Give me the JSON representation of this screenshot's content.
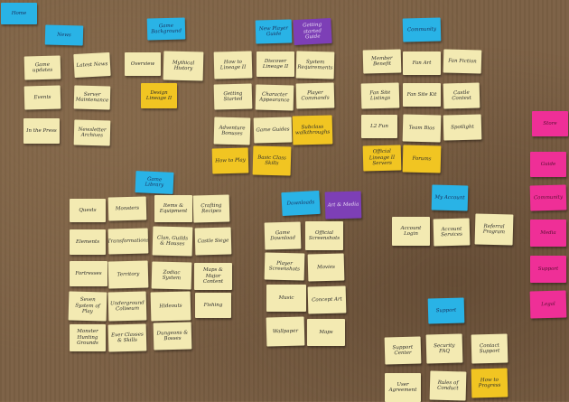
{
  "colors": {
    "board": "#7b6044",
    "yellow_note": "#f3eab2",
    "gold_note": "#f1c522",
    "blue_note": "#29b3e6",
    "purple_note": "#7d3fb6",
    "pink_note": "#ef2f97"
  },
  "notes": [
    {
      "id": "home",
      "text": "Home",
      "color": "blue"
    },
    {
      "id": "news",
      "text": "News",
      "color": "blue"
    },
    {
      "id": "game-updates",
      "text": "Game updates",
      "color": "yellow"
    },
    {
      "id": "latest-news",
      "text": "Latest News",
      "color": "yellow"
    },
    {
      "id": "events",
      "text": "Events",
      "color": "yellow"
    },
    {
      "id": "server-maintenance",
      "text": "Server Maintenance",
      "color": "yellow"
    },
    {
      "id": "in-the-press",
      "text": "In the Press",
      "color": "yellow"
    },
    {
      "id": "newsletter-archives",
      "text": "Newsletter Archives",
      "color": "yellow"
    },
    {
      "id": "game-background",
      "text": "Game Background",
      "color": "blue"
    },
    {
      "id": "overview",
      "text": "Overview",
      "color": "yellow"
    },
    {
      "id": "mythical-history",
      "text": "Mythical History",
      "color": "yellow"
    },
    {
      "id": "design-lineage-ii",
      "text": "Design Lineage II",
      "color": "gold"
    },
    {
      "id": "new-player-guide",
      "text": "New Player Guide",
      "color": "blue"
    },
    {
      "id": "getting-started",
      "text": "Getting started Guide",
      "color": "purple"
    },
    {
      "id": "how-to-lineage-ii",
      "text": "How to Lineage II",
      "color": "yellow"
    },
    {
      "id": "discover-lineage-ii",
      "text": "Discover Lineage II",
      "color": "yellow"
    },
    {
      "id": "system-requirements",
      "text": "System Requirements",
      "color": "yellow"
    },
    {
      "id": "getting-started-y",
      "text": "Getting Started",
      "color": "yellow"
    },
    {
      "id": "character-appearance",
      "text": "Character Appearance",
      "color": "yellow"
    },
    {
      "id": "player-commands",
      "text": "Player Commands",
      "color": "yellow"
    },
    {
      "id": "adventure-bonuses",
      "text": "Adventure Bonuses",
      "color": "yellow"
    },
    {
      "id": "game-guides",
      "text": "Game Guides",
      "color": "yellow"
    },
    {
      "id": "subclass-walkthroughs",
      "text": "Subclass walkthroughs",
      "color": "gold"
    },
    {
      "id": "how-to-play",
      "text": "How to Play",
      "color": "gold"
    },
    {
      "id": "basic-class-skills",
      "text": "Basic Class Skills",
      "color": "gold"
    },
    {
      "id": "community",
      "text": "Community",
      "color": "blue"
    },
    {
      "id": "member-benefit",
      "text": "Member Benefit",
      "color": "yellow"
    },
    {
      "id": "fan-art",
      "text": "Fan Art",
      "color": "yellow"
    },
    {
      "id": "fan-fiction",
      "text": "Fan Fiction",
      "color": "yellow"
    },
    {
      "id": "fan-site-listings",
      "text": "Fan Site Listings",
      "color": "yellow"
    },
    {
      "id": "fan-site-kit",
      "text": "Fan Site Kit",
      "color": "yellow"
    },
    {
      "id": "castle-contest",
      "text": "Castle Contest",
      "color": "yellow"
    },
    {
      "id": "l2-fun",
      "text": "L2 Fun",
      "color": "yellow"
    },
    {
      "id": "team-bios",
      "text": "Team Bios",
      "color": "yellow"
    },
    {
      "id": "spotlight",
      "text": "Spotlight",
      "color": "yellow"
    },
    {
      "id": "official-lineage-ii-servers",
      "text": "Official Lineage II Servers",
      "color": "gold"
    },
    {
      "id": "forums",
      "text": "Forums",
      "color": "gold"
    },
    {
      "id": "game-library",
      "text": "Game Library",
      "color": "blue"
    },
    {
      "id": "quests",
      "text": "Quests",
      "color": "yellow"
    },
    {
      "id": "monsters",
      "text": "Monsters",
      "color": "yellow"
    },
    {
      "id": "items-equipment",
      "text": "Items & Equipment",
      "color": "yellow"
    },
    {
      "id": "crafting-recipes",
      "text": "Crafting Recipes",
      "color": "yellow"
    },
    {
      "id": "elements",
      "text": "Elements",
      "color": "yellow"
    },
    {
      "id": "transformations",
      "text": "Transformations",
      "color": "yellow"
    },
    {
      "id": "clan-guilds-houses",
      "text": "Clan, Guilds & Houses",
      "color": "yellow"
    },
    {
      "id": "castle-siege",
      "text": "Castle Siege",
      "color": "yellow"
    },
    {
      "id": "fortresses",
      "text": "Fortresses",
      "color": "yellow"
    },
    {
      "id": "territory",
      "text": "Territory",
      "color": "yellow"
    },
    {
      "id": "zodiac-system",
      "text": "Zodiac System",
      "color": "yellow"
    },
    {
      "id": "maps-major-content",
      "text": "Maps & Major Content",
      "color": "yellow"
    },
    {
      "id": "seven-system-of-play",
      "text": "Seven System of Play",
      "color": "yellow"
    },
    {
      "id": "underground-coliseum",
      "text": "Underground Coliseum",
      "color": "yellow"
    },
    {
      "id": "hideouts",
      "text": "Hideouts",
      "color": "yellow"
    },
    {
      "id": "fishing",
      "text": "Fishing",
      "color": "yellow"
    },
    {
      "id": "monster-hunting-grounds",
      "text": "Monster Hunting Grounds",
      "color": "yellow"
    },
    {
      "id": "ever-classes-skills",
      "text": "Ever Classes & Skills",
      "color": "yellow"
    },
    {
      "id": "dungeons-bosses",
      "text": "Dungeons & Bosses",
      "color": "yellow"
    },
    {
      "id": "downloads",
      "text": "Downloads",
      "color": "blue"
    },
    {
      "id": "art-media",
      "text": "Art & Media",
      "color": "purple"
    },
    {
      "id": "game-download",
      "text": "Game Download",
      "color": "yellow"
    },
    {
      "id": "official-screenshots",
      "text": "Official Screenshots",
      "color": "yellow"
    },
    {
      "id": "player-screenshots",
      "text": "Player Screenshots",
      "color": "yellow"
    },
    {
      "id": "movies",
      "text": "Movies",
      "color": "yellow"
    },
    {
      "id": "music",
      "text": "Music",
      "color": "yellow"
    },
    {
      "id": "concept-art",
      "text": "Concept Art",
      "color": "yellow"
    },
    {
      "id": "wallpaper",
      "text": "Wallpaper",
      "color": "yellow"
    },
    {
      "id": "maps",
      "text": "Maps",
      "color": "yellow"
    },
    {
      "id": "my-account",
      "text": "My Account",
      "color": "blue"
    },
    {
      "id": "account-login",
      "text": "Account Login",
      "color": "yellow"
    },
    {
      "id": "account-services",
      "text": "Account Services",
      "color": "yellow"
    },
    {
      "id": "referral-program",
      "text": "Referral Program",
      "color": "yellow"
    },
    {
      "id": "support",
      "text": "Support",
      "color": "blue"
    },
    {
      "id": "support-center",
      "text": "Support Center",
      "color": "yellow"
    },
    {
      "id": "security-faq",
      "text": "Security FAQ",
      "color": "yellow"
    },
    {
      "id": "contact-support",
      "text": "Contact Support",
      "color": "yellow"
    },
    {
      "id": "user-agreement",
      "text": "User Agreement",
      "color": "yellow"
    },
    {
      "id": "rules-of-conduct",
      "text": "Rules of Conduct",
      "color": "yellow"
    },
    {
      "id": "how-to-progress",
      "text": "How to Progress",
      "color": "gold"
    },
    {
      "id": "store",
      "text": "Store",
      "color": "pink"
    },
    {
      "id": "guide",
      "text": "Guide",
      "color": "pink"
    },
    {
      "id": "community-nav",
      "text": "Community",
      "color": "pink"
    },
    {
      "id": "media",
      "text": "Media",
      "color": "pink"
    },
    {
      "id": "support-nav",
      "text": "Support",
      "color": "pink"
    },
    {
      "id": "legal",
      "text": "Legal",
      "color": "pink"
    }
  ]
}
